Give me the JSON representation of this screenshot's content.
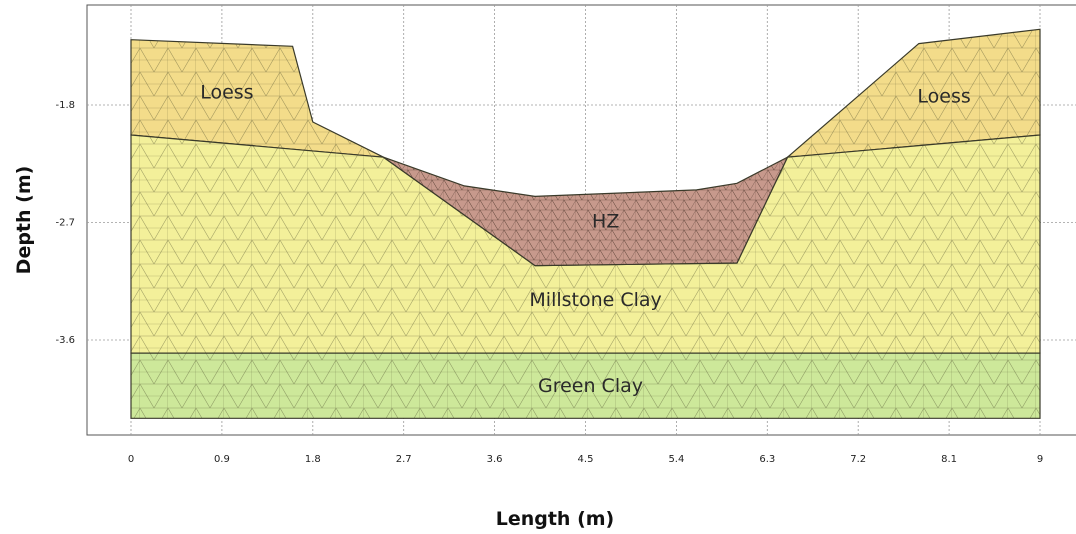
{
  "chart_data": {
    "type": "mesh-cross-section",
    "xlabel": "Length (m)",
    "ylabel": "Depth (m)",
    "x_ticks": [
      "0",
      "0.9",
      "1.8",
      "2.7",
      "3.6",
      "4.5",
      "5.4",
      "6.3",
      "7.2",
      "8.1",
      "9"
    ],
    "y_ticks": [
      "-1.8",
      "-2.7",
      "-3.6"
    ],
    "grid": "dashed",
    "regions": [
      {
        "name": "Loess",
        "label": "Loess",
        "color": "#f3dc8a",
        "points": [
          [
            0,
            -1.3
          ],
          [
            1.6,
            -1.35
          ],
          [
            1.8,
            -1.93
          ],
          [
            2.5,
            -2.2
          ],
          [
            0,
            -2.03
          ]
        ]
      },
      {
        "name": "Loess",
        "label": "Loess",
        "color": "#f3dc8a",
        "points": [
          [
            6.5,
            -2.2
          ],
          [
            7.8,
            -1.33
          ],
          [
            9,
            -1.22
          ],
          [
            9,
            -2.03
          ],
          [
            6.5,
            -2.2
          ]
        ]
      },
      {
        "name": "Millstone Clay",
        "label": "Millstone Clay",
        "color": "#f3f09a",
        "points": [
          [
            0,
            -2.03
          ],
          [
            2.5,
            -2.2
          ],
          [
            4.0,
            -3.03
          ],
          [
            6.0,
            -3.01
          ],
          [
            6.5,
            -2.2
          ],
          [
            9,
            -2.03
          ],
          [
            9,
            -3.7
          ],
          [
            0,
            -3.7
          ]
        ]
      },
      {
        "name": "HZ",
        "label": "HZ",
        "color": "#c7998c",
        "points": [
          [
            2.5,
            -2.2
          ],
          [
            3.3,
            -2.42
          ],
          [
            4.0,
            -2.5
          ],
          [
            5.6,
            -2.45
          ],
          [
            6.0,
            -2.4
          ],
          [
            6.5,
            -2.2
          ],
          [
            6.0,
            -3.01
          ],
          [
            4.0,
            -3.03
          ]
        ]
      },
      {
        "name": "Green Clay",
        "label": "Green Clay",
        "color": "#cde89a",
        "points": [
          [
            0,
            -3.7
          ],
          [
            9,
            -3.7
          ],
          [
            9,
            -4.2
          ],
          [
            0,
            -4.2
          ]
        ]
      }
    ],
    "labels": [
      {
        "text": "Loess",
        "x": 0.95,
        "y": -1.75
      },
      {
        "text": "Loess",
        "x": 8.05,
        "y": -1.78
      },
      {
        "text": "HZ",
        "x": 4.7,
        "y": -2.74
      },
      {
        "text": "Millstone Clay",
        "x": 4.6,
        "y": -3.34
      },
      {
        "text": "Green Clay",
        "x": 4.55,
        "y": -4.0
      }
    ]
  }
}
